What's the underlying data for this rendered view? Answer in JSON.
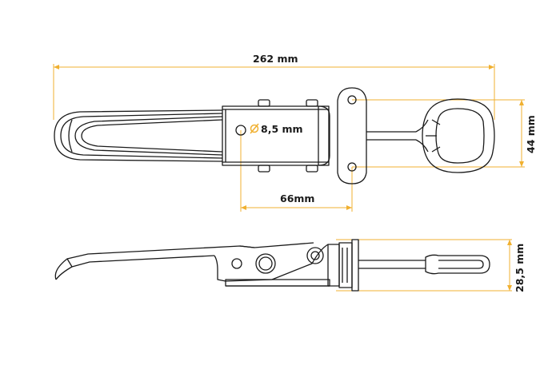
{
  "drawing": {
    "title": "Over-centre toggle latch with catch plate – technical drawing",
    "accent_color": "#f0b030",
    "line_color": "#1a1a1a",
    "views": [
      "top-view",
      "side-view"
    ]
  },
  "dimensions": {
    "overall_length": "262 mm",
    "hole_diameter": "8,5 mm",
    "hole_spacing": "66mm",
    "mount_plate_height": "44 mm",
    "side_height": "28,5 mm"
  },
  "icons": {
    "diameter": "diameter-symbol"
  }
}
